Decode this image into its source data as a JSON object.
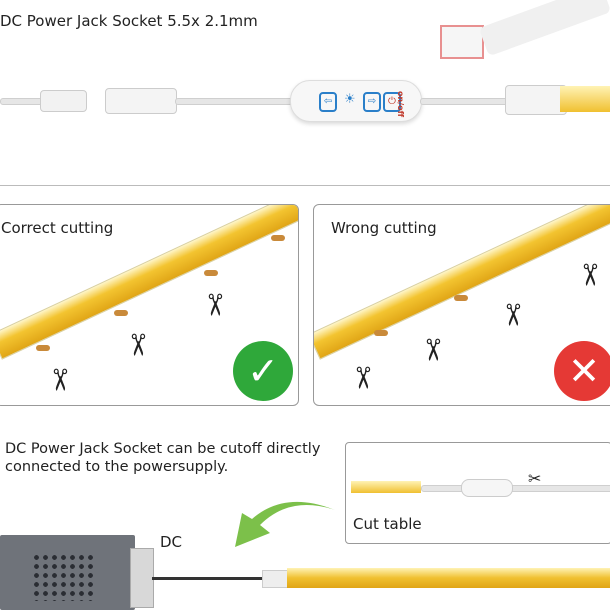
{
  "header": {
    "title": "DC Power Jack Socket 5.5x 2.1mm"
  },
  "controller": {
    "onoff_label": "on/off",
    "icons": [
      "brightness-down-icon",
      "brightness-icon",
      "brightness-up-icon",
      "power-icon"
    ]
  },
  "panels": [
    {
      "title": "Correct cutting",
      "result_icon": "check-icon"
    },
    {
      "title": "Wrong cutting",
      "result_icon": "cross-icon"
    }
  ],
  "bottom": {
    "text_line1": "DC Power Jack Socket can be cutoff directly",
    "text_line2": "connected to the powersupply.",
    "cut_table_label": "Cut table",
    "dc_label": "DC"
  },
  "colors": {
    "check": "#2fa83a",
    "cross": "#e53935",
    "led": "#f3c430",
    "button": "#2a7fc9"
  }
}
